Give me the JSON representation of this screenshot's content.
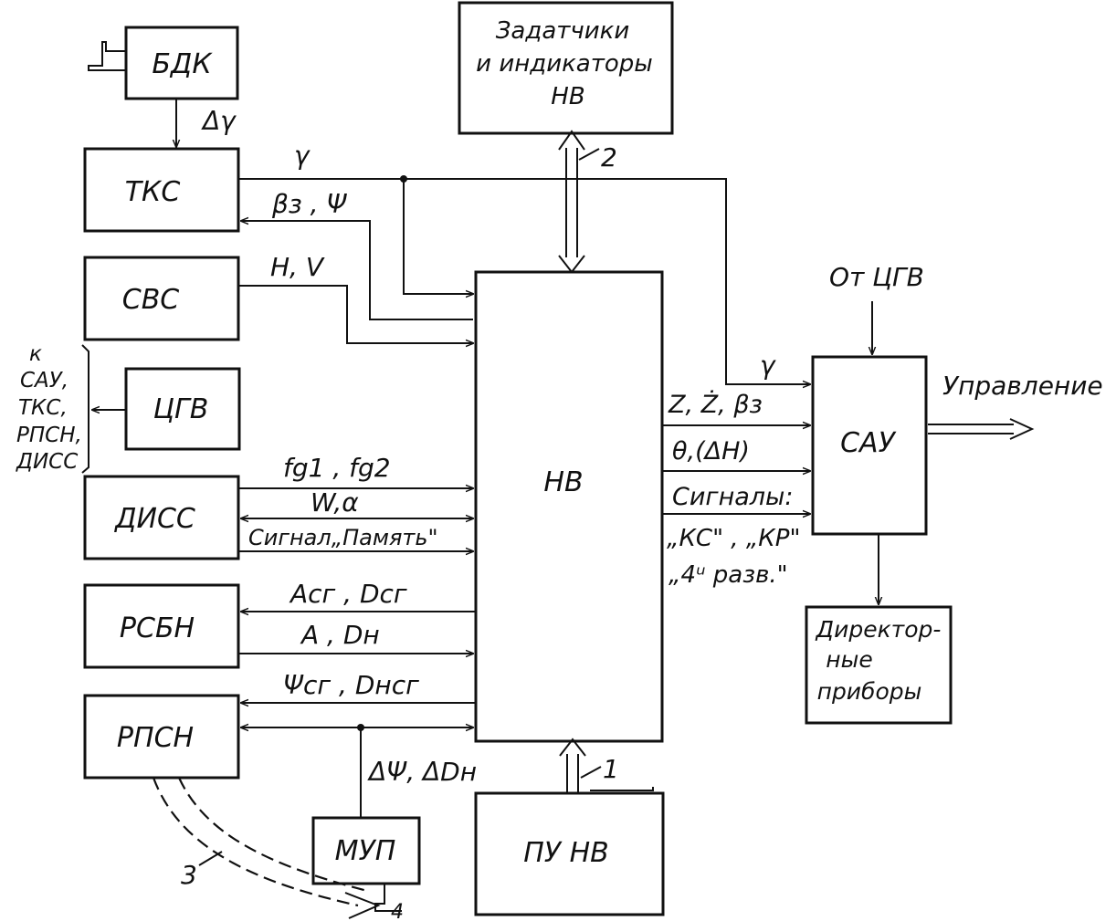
{
  "blocks": {
    "bdk": "БДК",
    "tks": "ТКС",
    "svs": "СВС",
    "tsgv": "ЦГВ",
    "diss": "ДИСС",
    "rsbn": "РСБН",
    "rpsn": "РПСН",
    "mup": "МУП",
    "zadatchiki": [
      "Задатчики",
      "и индикаторы",
      "НВ"
    ],
    "nv": "НВ",
    "pu_nv": "ПУ  НВ",
    "sau": "САУ",
    "direktor": [
      "Директор-",
      "ные",
      "приборы"
    ]
  },
  "labels": {
    "delta_gamma": "Δγ",
    "gamma_top": "γ",
    "beta_psi": "βз , Ψ",
    "hv": "H, V",
    "k_targets": [
      "к",
      "САУ,",
      "ТКС,",
      "РПСН,",
      "ДИСС"
    ],
    "fg": "fg1 , fg2",
    "w_alpha": "W,α",
    "signal_pamyat": "Сигнал„Память\"",
    "a_cg": "Aсг , Dсг",
    "a_dn": "A , Dн",
    "psi_cg": "Ψсг , Dнсг",
    "delta_psi": "ΔΨ, ΔDн",
    "num_1": "1",
    "num_2": "2",
    "num_3": "3",
    "num_4": "4",
    "ot_tsgv": "От ЦГВ",
    "upravlenie": "Управление",
    "gamma_sau": "γ",
    "z_beta": "Z, Ż, βз",
    "theta": "θ,(ΔH)",
    "signaly": "Сигналы:",
    "ks_kr": "„КС\" , „КР\"",
    "razv": "„4ᵘ разв.\""
  }
}
